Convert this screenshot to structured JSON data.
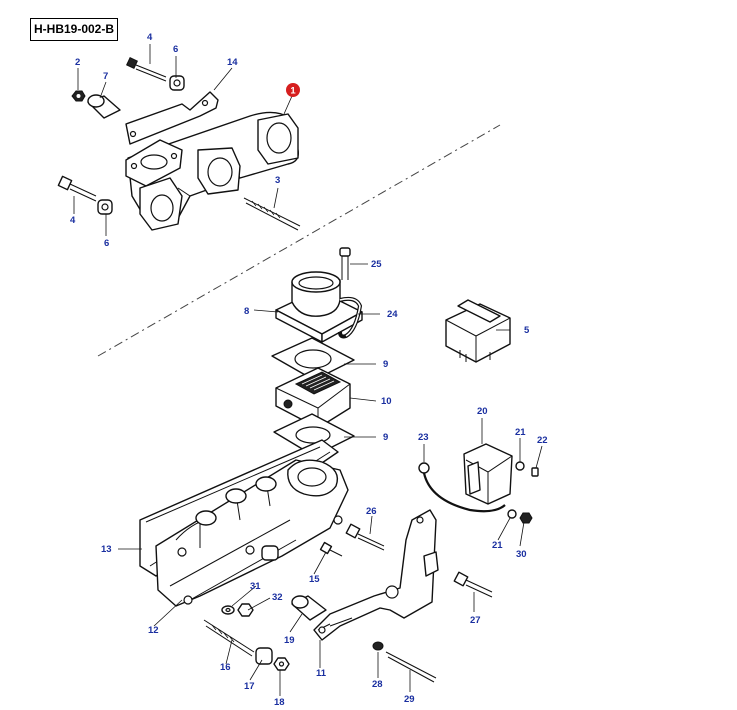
{
  "diagram_code": "H-HB19-002-B",
  "highlight": {
    "number": "1",
    "color": "#d61f1f"
  },
  "label_color": "#1a2fa0",
  "part_numbers": {
    "p2": "2",
    "p3": "3",
    "p4a": "4",
    "p4b": "4",
    "p5": "5",
    "p6a": "6",
    "p6b": "6",
    "p7": "7",
    "p8": "8",
    "p9a": "9",
    "p9b": "9",
    "p10": "10",
    "p11": "11",
    "p12": "12",
    "p13": "13",
    "p14": "14",
    "p15": "15",
    "p16": "16",
    "p17": "17",
    "p18": "18",
    "p19": "19",
    "p20": "20",
    "p21a": "21",
    "p21b": "21",
    "p22": "22",
    "p23": "23",
    "p24": "24",
    "p25": "25",
    "p26": "26",
    "p27": "27",
    "p28": "28",
    "p29": "29",
    "p30": "30",
    "p31": "31",
    "p32": "32"
  }
}
